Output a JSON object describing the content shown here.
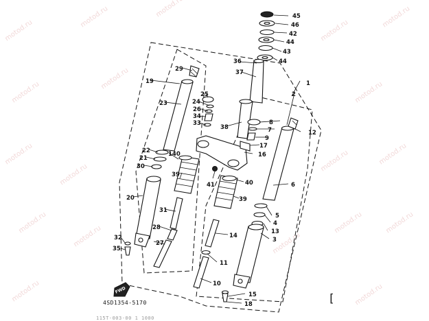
{
  "diagram": {
    "drawing_code": "4SD1354-5170",
    "footer_text": "115T-003-00 1 1000",
    "bracket_mark": "[",
    "forward_label": "FWD",
    "watermark": "motod.ru",
    "colors": {
      "line": "#111111",
      "watermark": "#e7b9b9",
      "background": "#ffffff"
    }
  }
}
